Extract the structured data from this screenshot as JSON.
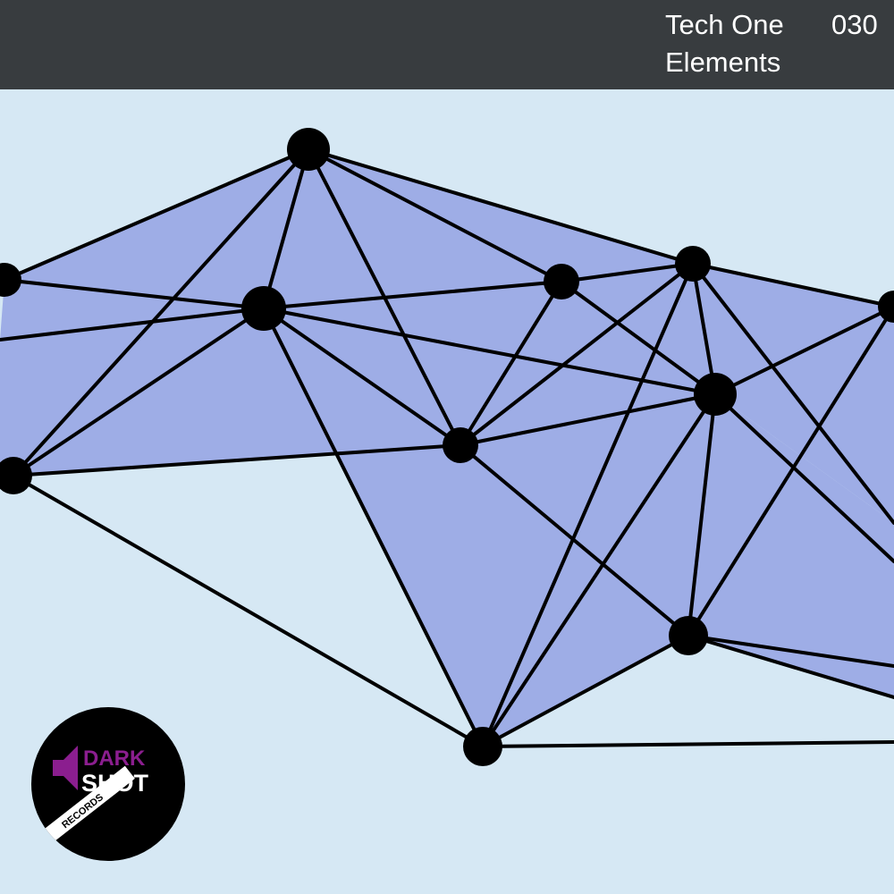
{
  "header": {
    "artist": "Tech One",
    "catalog_number": "030",
    "album_title": "Elements"
  },
  "colors": {
    "background": "#d6e8f4",
    "header_bar": "#383c3f",
    "polygon_fill": "#9eade6",
    "lines_and_nodes": "#000000",
    "logo_accent": "#8b1e8f"
  },
  "logo": {
    "line1": "DARK",
    "line2": "SHOT",
    "ribbon": "RECORDS",
    "icon": "speaker-icon"
  }
}
